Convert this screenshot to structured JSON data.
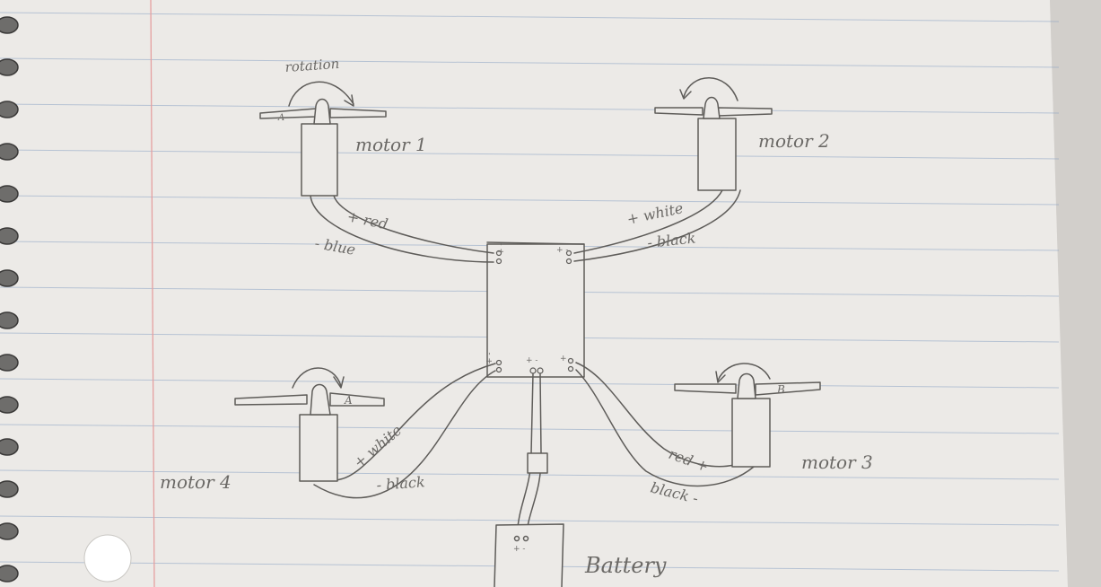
{
  "labels": {
    "rotation": "rotation",
    "motor_1": "motor 1",
    "motor_2": "motor 2",
    "motor_3": "motor 3",
    "motor_4": "motor 4",
    "prop_a_top": "A",
    "prop_a_bottom": "A",
    "prop_b": "B",
    "battery": "Battery"
  },
  "wires": {
    "motor_1": {
      "plus": "+ red",
      "minus": "- blue"
    },
    "motor_2": {
      "plus": "+ white",
      "minus": "- black"
    },
    "motor_3": {
      "plus": "red +",
      "minus": "black -"
    },
    "motor_4": {
      "plus": "+ white",
      "minus": "- black"
    }
  },
  "controller_terminals": {
    "top_left": "+ -",
    "top_right": "+ -",
    "bottom_left": "+ -",
    "bottom_center": "+ -",
    "bottom_right": "+ -"
  },
  "battery_terminals": "+ -",
  "colors": {
    "paper": "#ecebe9",
    "rule_line": "#8aa3c4",
    "margin_line": "#e08b8b",
    "pencil": "#5e5c59"
  }
}
